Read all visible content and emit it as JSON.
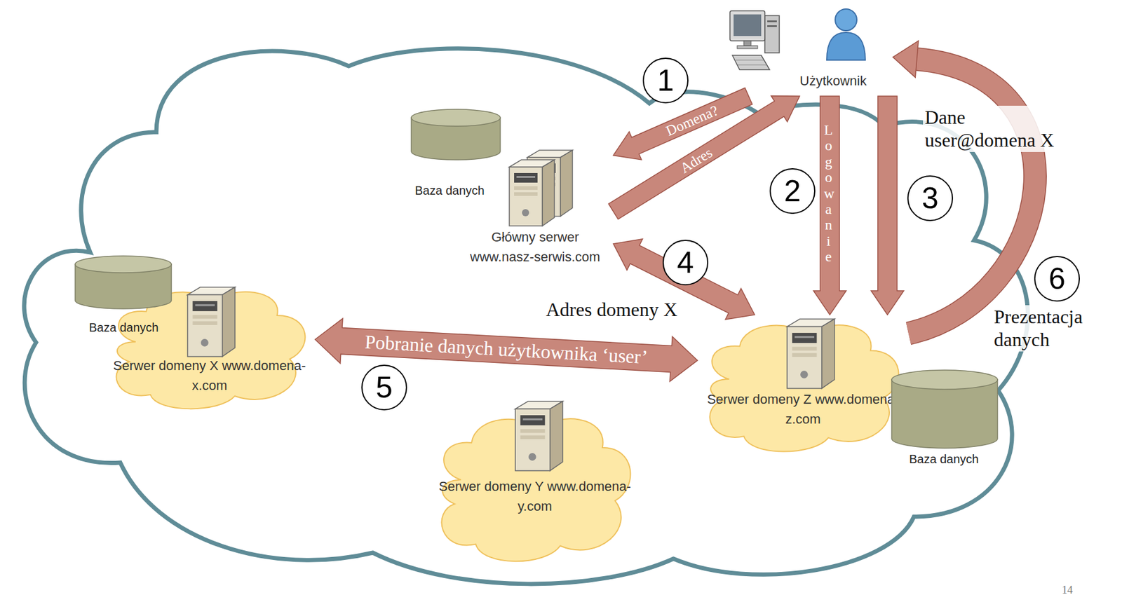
{
  "diagram": {
    "nodes": [
      {
        "text": [
          "Użytkownik"
        ]
      },
      {
        "text": [
          "Główny serwer www.nasz-serwis.com"
        ]
      },
      {
        "text": [
          "Serwer domeny X www.domena-x.com"
        ]
      },
      {
        "text": [
          "Serwer domeny Z www.domena-z.com"
        ]
      },
      {
        "text": [
          "Serwer domeny Y www.domena-y.com"
        ]
      }
    ],
    "edges": [
      {
        "from": 0,
        "to": 1,
        "label": "Domena?",
        "arrow": "to"
      },
      {
        "from": 1,
        "to": 0,
        "label": "Adres",
        "arrow": "to"
      },
      {
        "from": 0,
        "to": 3,
        "label": "Logowanie",
        "arrow": "to"
      },
      {
        "from": 0,
        "to": 3,
        "label": "Dane user@domena X",
        "arrow": "to"
      },
      {
        "from": 1,
        "to": 3,
        "label": "Adres domeny X",
        "arrow": "both"
      },
      {
        "from": 2,
        "to": 3,
        "label": "Pobranie danych użytkownika ‘user’",
        "arrow": "both"
      },
      {
        "from": 3,
        "to": 0,
        "label": "Prezentacja danych",
        "arrow": "to"
      }
    ],
    "labels": [
      "1",
      "Baza danych",
      "2",
      "3",
      "4",
      "Baza danych",
      "5",
      "6",
      "Baza danych",
      "14"
    ]
  }
}
